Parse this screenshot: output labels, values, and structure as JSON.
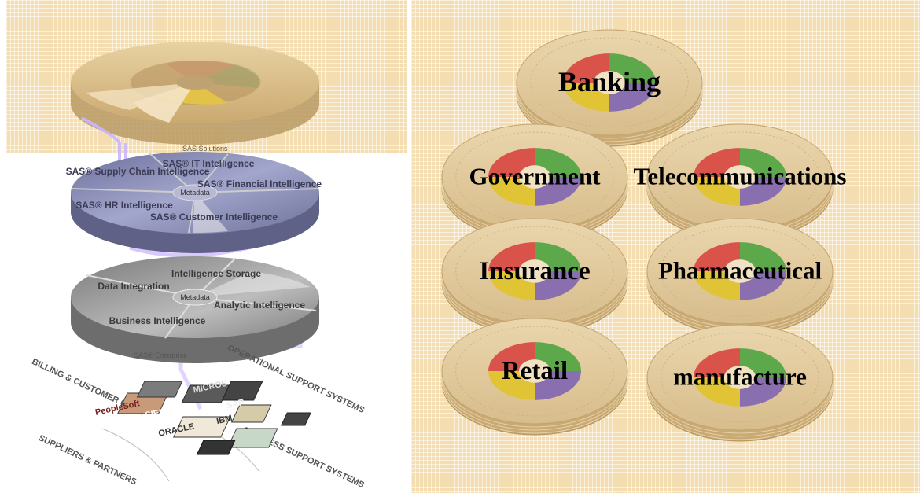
{
  "left_diagram": {
    "top_disc": {
      "edge_label": "SAS Solutions"
    },
    "middle_disc": {
      "center": "Metadata",
      "segments": [
        "SAS® Supply Chain Intelligence",
        "SAS® IT Intelligence",
        "SAS® Financial Intelligence",
        "SAS® Customer Intelligence",
        "SAS® HR Intelligence"
      ]
    },
    "bottom_disc": {
      "center": "Metadata",
      "segments": [
        "Data Integration",
        "Intelligence Storage",
        "Analytic Intelligence",
        "Business Intelligence"
      ],
      "edge_label": "SAS® Enterprise"
    },
    "source_groups": [
      "BILLING & CUSTOMER CARE",
      "OPERATIONAL SUPPORT SYSTEMS",
      "SUPPLIERS & PARTNERS",
      "BUSINESS SUPPORT SYSTEMS"
    ],
    "vendors": [
      "PeopleSoft",
      "SIEBEL",
      "ORACLE",
      "IBM",
      "SAP",
      "MICROS"
    ]
  },
  "industries": [
    "Banking",
    "Government",
    "Telecommunications",
    "Insurance",
    "Pharmaceutical",
    "Retail",
    "manufacture"
  ],
  "colors": {
    "panel": "#f4ddb0",
    "disc_tan": "#e0c899",
    "quad_red": "#d9534b",
    "quad_green": "#5ea84c",
    "quad_yellow": "#e1c436",
    "quad_purple": "#8a6fb0",
    "middle_disc": "#8f92bb",
    "bottom_disc": "#9a9a9a",
    "connector": "#c9b6ff"
  }
}
